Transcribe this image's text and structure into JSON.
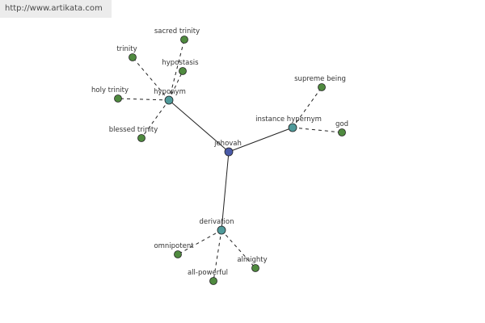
{
  "watermark": "http://www.artikata.com",
  "colors": {
    "root_node": "#4a5aa8",
    "hub_node": "#4f9a9a",
    "leaf_node": "#4f8a3f",
    "edge": "#222222",
    "label": "#333333"
  },
  "nodes": {
    "jehovah": {
      "label": "jehovah",
      "kind": "root"
    },
    "hyponym": {
      "label": "hyponym",
      "kind": "hub"
    },
    "instance_hypernym": {
      "label": "instance hypernym",
      "kind": "hub"
    },
    "derivation": {
      "label": "derivation",
      "kind": "hub"
    },
    "sacred_trinity": {
      "label": "sacred trinity",
      "kind": "leaf"
    },
    "trinity": {
      "label": "trinity",
      "kind": "leaf"
    },
    "hypostasis": {
      "label": "hypostasis",
      "kind": "leaf"
    },
    "holy_trinity": {
      "label": "holy trinity",
      "kind": "leaf"
    },
    "blessed_trinity": {
      "label": "blessed trinity",
      "kind": "leaf"
    },
    "supreme_being": {
      "label": "supreme being",
      "kind": "leaf"
    },
    "god": {
      "label": "god",
      "kind": "leaf"
    },
    "omnipotent": {
      "label": "omnipotent",
      "kind": "leaf"
    },
    "all_powerful": {
      "label": "all-powerful",
      "kind": "leaf"
    },
    "almighty": {
      "label": "almighty",
      "kind": "leaf"
    }
  },
  "edges": [
    {
      "from": "jehovah",
      "to": "hyponym",
      "style": "solid"
    },
    {
      "from": "jehovah",
      "to": "instance_hypernym",
      "style": "solid"
    },
    {
      "from": "jehovah",
      "to": "derivation",
      "style": "solid"
    },
    {
      "from": "hyponym",
      "to": "sacred_trinity",
      "style": "dashed"
    },
    {
      "from": "hyponym",
      "to": "trinity",
      "style": "dashed"
    },
    {
      "from": "hyponym",
      "to": "hypostasis",
      "style": "dashed"
    },
    {
      "from": "hyponym",
      "to": "holy_trinity",
      "style": "dashed"
    },
    {
      "from": "hyponym",
      "to": "blessed_trinity",
      "style": "dashed"
    },
    {
      "from": "instance_hypernym",
      "to": "supreme_being",
      "style": "dashed"
    },
    {
      "from": "instance_hypernym",
      "to": "god",
      "style": "dashed"
    },
    {
      "from": "derivation",
      "to": "omnipotent",
      "style": "dashed"
    },
    {
      "from": "derivation",
      "to": "all_powerful",
      "style": "dashed"
    },
    {
      "from": "derivation",
      "to": "almighty",
      "style": "dashed"
    }
  ]
}
